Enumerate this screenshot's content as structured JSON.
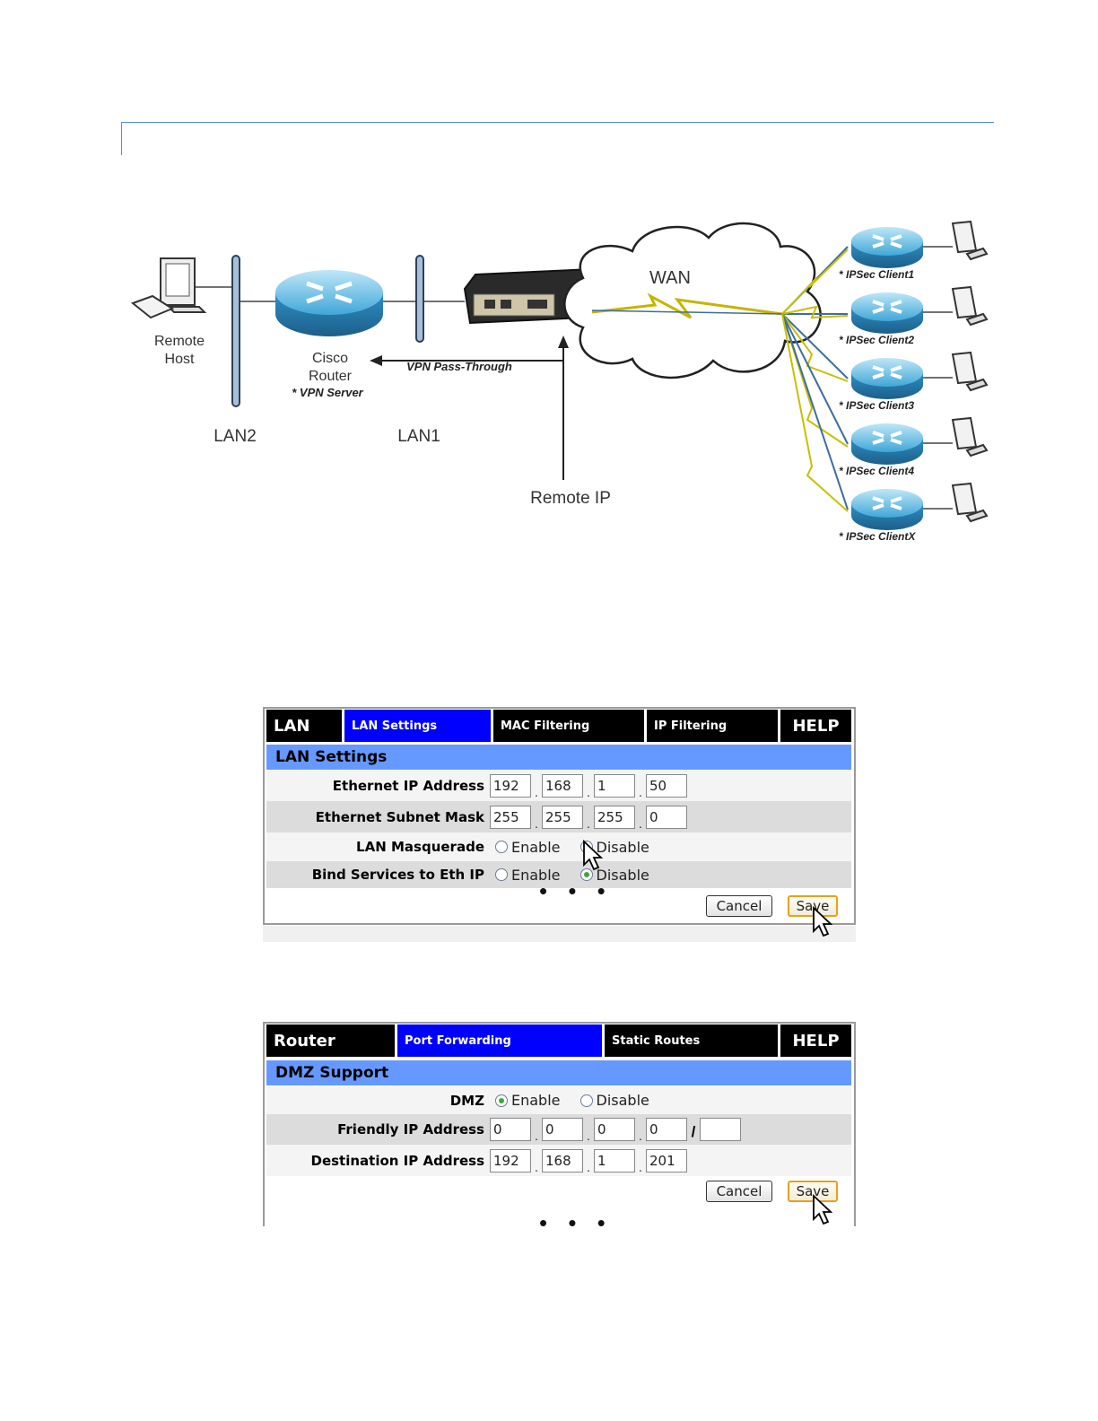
{
  "diagram": {
    "labels": {
      "remote_host": [
        "Remote",
        "Host"
      ],
      "cisco_router": [
        "Cisco",
        "Router"
      ],
      "vpn_server": "* VPN Server",
      "vpn_pass_through": "VPN Pass-Through",
      "wan": "WAN",
      "lan2": "LAN2",
      "lan1": "LAN1",
      "remote_ip": "Remote IP",
      "clients": [
        "* IPSec Client1",
        "* IPSec Client2",
        "* IPSec Client3",
        "* IPSec Client4",
        "* IPSec ClientX"
      ]
    }
  },
  "lan_panel": {
    "tabs": [
      "LAN",
      "LAN Settings",
      "MAC Filtering",
      "IP Filtering",
      "HELP"
    ],
    "active_tab": "LAN Settings",
    "section_title": "LAN Settings",
    "ethernet_ip": {
      "label": "Ethernet IP Address",
      "octets": [
        "192",
        "168",
        "1",
        "50"
      ]
    },
    "subnet_mask": {
      "label": "Ethernet Subnet Mask",
      "octets": [
        "255",
        "255",
        "255",
        "0"
      ]
    },
    "masquerade": {
      "label": "LAN Masquerade",
      "enable": "Enable",
      "disable": "Disable",
      "selected": "Disable"
    },
    "bind_services": {
      "label": "Bind Services to Eth IP",
      "enable": "Enable",
      "disable": "Disable",
      "selected": "Disable"
    },
    "cancel": "Cancel",
    "save": "Save"
  },
  "router_panel": {
    "tabs": [
      "Router",
      "Port Forwarding",
      "Static Routes",
      "HELP"
    ],
    "active_tab": "Port Forwarding",
    "section_title": "DMZ Support",
    "dmz": {
      "label": "DMZ",
      "enable": "Enable",
      "disable": "Disable",
      "selected": "Enable"
    },
    "friendly_ip": {
      "label": "Friendly IP Address",
      "octets": [
        "0",
        "0",
        "0",
        "0"
      ],
      "mask": ""
    },
    "destination_ip": {
      "label": "Destination IP Address",
      "octets": [
        "192",
        "168",
        "1",
        "201"
      ]
    },
    "cancel": "Cancel",
    "save": "Save"
  },
  "ellipsis": "• • •"
}
